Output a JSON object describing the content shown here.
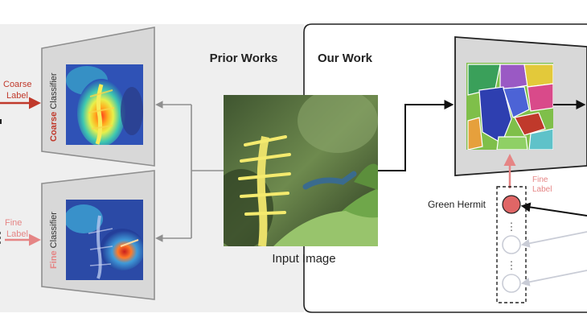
{
  "sections": {
    "prior_title": "Prior Works",
    "our_title": "Our Work"
  },
  "input": {
    "label": "Input Image"
  },
  "prior": {
    "coarse": {
      "side_label_emph": "Coarse",
      "side_label_rest": " Classifier",
      "label_line1": "Coarse",
      "label_line2": "Label"
    },
    "fine": {
      "side_label_emph": "Fine",
      "side_label_rest": " Classifier",
      "label_line1": "Fine",
      "label_line2": "Label"
    }
  },
  "ours": {
    "fine_label_line1": "Fine",
    "fine_label_line2": "Label",
    "node_label": "Green Hermit",
    "dots": "⋮"
  },
  "colors": {
    "prior_bg": "#efefef",
    "accent_red": "#c0392b",
    "fine_pink": "#e58585",
    "node_red": "#e06666",
    "gray_arrow": "#8f8f8f",
    "light_node": "#c9ccd6"
  }
}
